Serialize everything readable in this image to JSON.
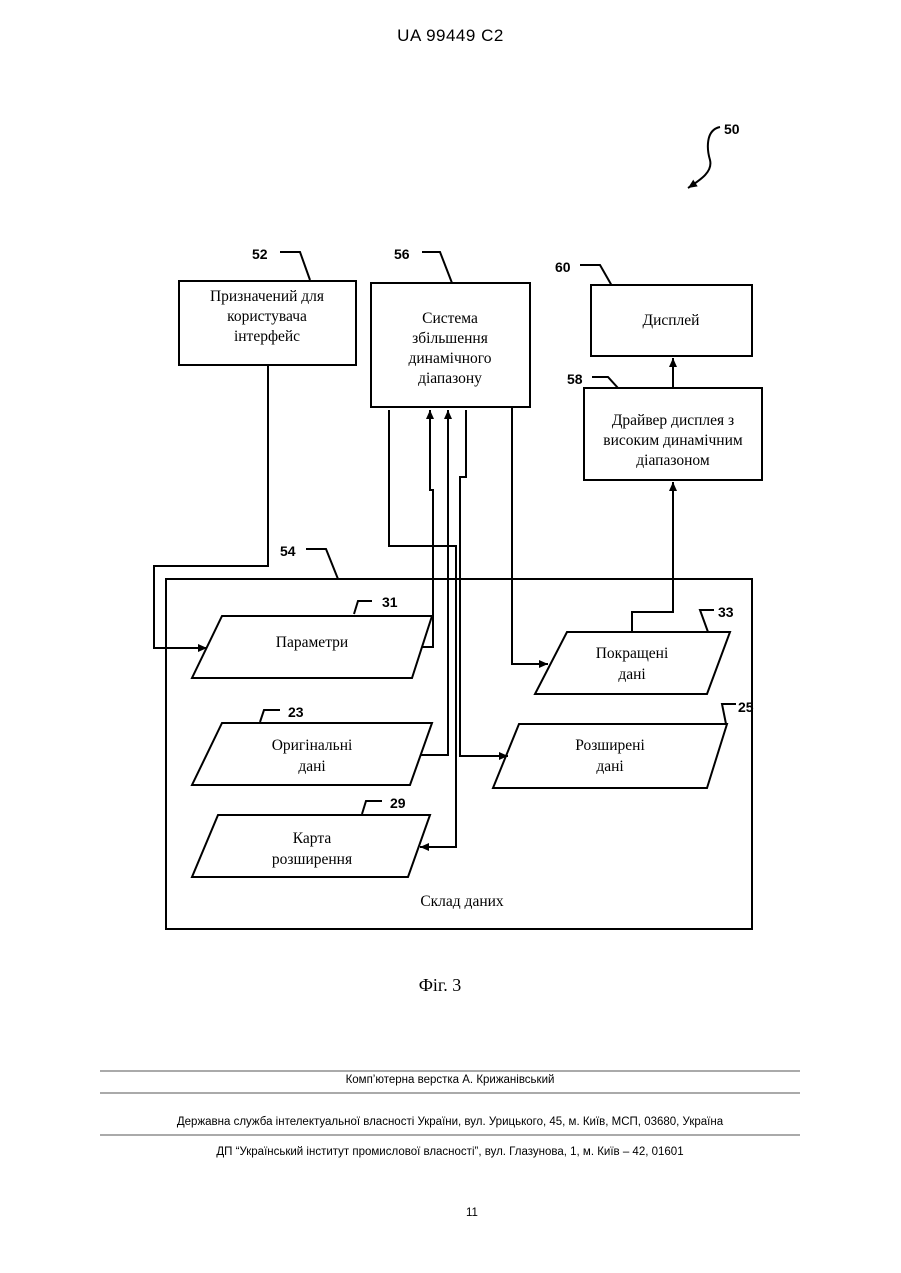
{
  "header": "UA   99449   C2",
  "refs": {
    "system": "50",
    "ui": "52",
    "store": "54",
    "dre": "56",
    "driver": "58",
    "display": "60",
    "params": "31",
    "enhanced": "33",
    "original": "23",
    "extended": "25",
    "map": "29"
  },
  "blocks": {
    "ui": [
      "Призначений для",
      "користувача",
      "інтерфейс"
    ],
    "dre": [
      "Система",
      "збільшення",
      "динамічного",
      "діапазону"
    ],
    "display": [
      "Дисплей"
    ],
    "driver": [
      "Драйвер дисплея з",
      "високим динамічним",
      "діапазоном"
    ],
    "params": [
      "Параметри"
    ],
    "enhanced": [
      "Покращені",
      "дані"
    ],
    "original": [
      "Оригінальні",
      "дані"
    ],
    "extended": [
      "Розширені",
      "дані"
    ],
    "map": [
      "Карта",
      "розширення"
    ],
    "store_label": "Склад даних"
  },
  "caption": "Фіг. 3",
  "footer": {
    "line1": "Комп’ютерна верстка А. Крижанівський",
    "line2": "Державна служба інтелектуальної власності України, вул. Урицького, 45, м. Київ, МСП, 03680, Україна",
    "line3": "ДП “Український інститут промислової власності”, вул. Глазунова, 1, м. Київ – 42, 01601"
  },
  "page_number": "11"
}
